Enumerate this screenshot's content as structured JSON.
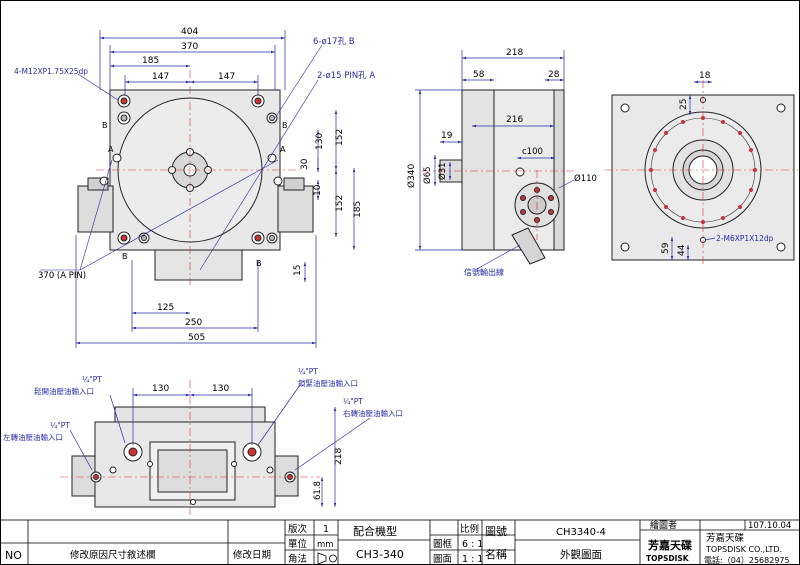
{
  "dims": {
    "d404": "404",
    "d370": "370",
    "d185": "185",
    "d147a": "147",
    "d147b": "147",
    "d130": "130",
    "d152a": "152",
    "d30": "30",
    "d10": "10",
    "d152b": "152",
    "d185v": "185",
    "d15": "15",
    "d125": "125",
    "d250": "250",
    "d505": "505",
    "d218": "218",
    "d58": "58",
    "d28": "28",
    "d19": "19",
    "d216": "216",
    "d340": "Ø340",
    "d65": "Ø65",
    "d31": "Ø31",
    "c100": "c100",
    "d110": "Ø110",
    "d18": "18",
    "d25": "25",
    "d59": "59",
    "d44": "44",
    "b130a": "130",
    "b130b": "130",
    "b218": "218",
    "b61_8": "61.8"
  },
  "callouts": {
    "m12": "4-M12XP1.75X25dp",
    "hole17": "6-ø17孔 B",
    "pin15": "2-ø15 PIN孔 A",
    "apin": "370 (A PIN)",
    "signal": "信號輸出線",
    "m6": "2-M6XP1X12dp",
    "pt_top_left": "¼\"PT",
    "pt_top_left_desc": "鬆開油壓油輸入口",
    "pt_left": "¼\"PT",
    "pt_left_desc": "左轉油壓油輸入口",
    "pt_top_right": "¼\"PT",
    "pt_top_right_desc": "鎖緊油壓油輸入口",
    "pt_right": "¼\"PT",
    "pt_right_desc": "右轉油壓油輸入口"
  },
  "labels": {
    "a": "A",
    "b": "B"
  },
  "title_block": {
    "no": "NO",
    "revision_reason": "修改原因尺寸敘述欄",
    "revision_date": "修改日期",
    "version_label": "版次",
    "version_value": "1",
    "unit_label": "單位",
    "unit_value": "mm",
    "angle_label": "角法",
    "match_label": "配合機型",
    "match_value": "CH3-340",
    "scale_label": "比例",
    "scale1_label": "圖框",
    "scale1_value": "6 : 1",
    "scale2_label": "圖面",
    "scale2_value": "1 : 1",
    "drawing_no_label": "圖號",
    "drawing_no_value": "CH3340-4",
    "name_label": "名稱",
    "name_value": "外觀圖面",
    "drafter_label": "繪圖者",
    "date_value": "107.10.04",
    "company_cn": "芳嘉天碟",
    "company_en": "TOPSDISK CO.,LTD.",
    "phone": "電話:（04）25682975",
    "logo_cn": "芳嘉天碟",
    "logo_en": "TOPSDISK"
  }
}
